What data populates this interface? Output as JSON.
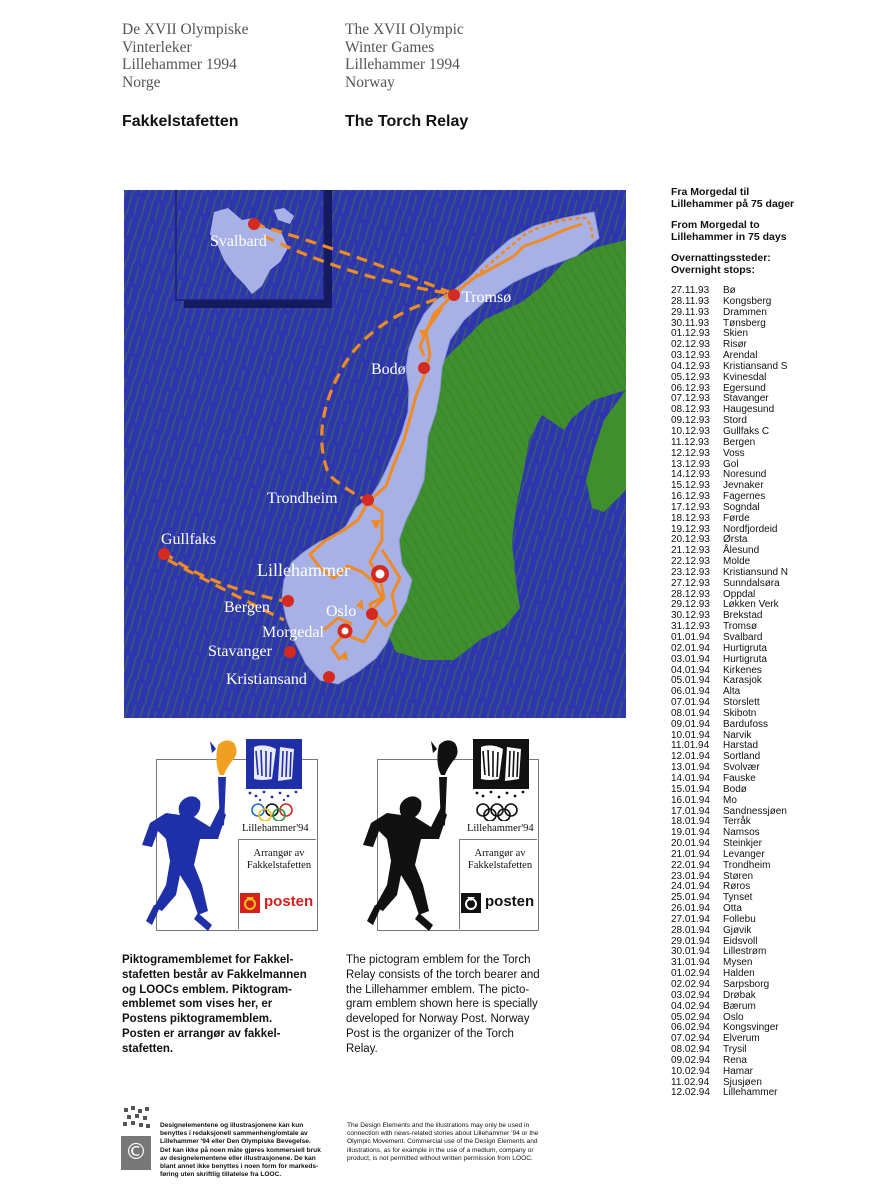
{
  "header": {
    "no_lines": [
      "De XVII Olympiske",
      "Vinterleker",
      "Lillehammer 1994",
      "Norge"
    ],
    "en_lines": [
      "The XVII Olympic",
      "Winter Games",
      "Lillehammer 1994",
      "Norway"
    ],
    "no_subtitle": "Fakkelstafetten",
    "en_subtitle": "The Torch Relay"
  },
  "map": {
    "colors": {
      "sea": "#2f35b0",
      "land": "#3f8f2e",
      "norway": "#a7b1e6",
      "route": "#f08a24",
      "city": "#d42a1f"
    },
    "cities": {
      "svalbard": "Svalbard",
      "tromso": "Tromsø",
      "bodo": "Bodø",
      "trondheim": "Trondheim",
      "gullfaks": "Gullfaks",
      "lillehammer": "Lillehammer",
      "bergen": "Bergen",
      "oslo": "Oslo",
      "morgedal": "Morgedal",
      "stavanger": "Stavanger",
      "kristiansand": "Kristiansand"
    }
  },
  "right_column": {
    "heading_no": "Fra Morgedal til Lillehammer på 75 dager",
    "heading_en": "From Morgedal to Lillehammer in 75 days",
    "stops_heading": "Overnattingssteder: Overnight stops:",
    "stops": [
      [
        "27.11.93",
        "Bø"
      ],
      [
        "28.11.93",
        "Kongsberg"
      ],
      [
        "29.11.93",
        "Drammen"
      ],
      [
        "30.11.93",
        "Tønsberg"
      ],
      [
        "01.12.93",
        "Skien"
      ],
      [
        "02.12.93",
        "Risør"
      ],
      [
        "03.12.93",
        "Arendal"
      ],
      [
        "04.12.93",
        "Kristiansand S"
      ],
      [
        "05.12.93",
        "Kvinesdal"
      ],
      [
        "06.12.93",
        "Egersund"
      ],
      [
        "07.12.93",
        "Stavanger"
      ],
      [
        "08.12.93",
        "Haugesund"
      ],
      [
        "09.12.93",
        "Stord"
      ],
      [
        "10.12.93",
        "Gullfaks C"
      ],
      [
        "11.12.93",
        "Bergen"
      ],
      [
        "12.12.93",
        "Voss"
      ],
      [
        "13.12.93",
        "Gol"
      ],
      [
        "14.12.93",
        "Noresund"
      ],
      [
        "15.12.93",
        "Jevnaker"
      ],
      [
        "16.12.93",
        "Fagernes"
      ],
      [
        "17.12.93",
        "Sogndal"
      ],
      [
        "18.12.93",
        "Førde"
      ],
      [
        "19.12.93",
        "Nordfjordeid"
      ],
      [
        "20.12.93",
        "Ørsta"
      ],
      [
        "21.12.93",
        "Ålesund"
      ],
      [
        "22.12.93",
        "Molde"
      ],
      [
        "23.12.93",
        "Kristiansund N"
      ],
      [
        "27.12.93",
        "Sunndalsøra"
      ],
      [
        "28.12.93",
        "Oppdal"
      ],
      [
        "29.12.93",
        "Løkken Verk"
      ],
      [
        "30.12.93",
        "Brekstad"
      ],
      [
        "31.12.93",
        "Tromsø"
      ],
      [
        "01.01.94",
        "Svalbard"
      ],
      [
        "02.01.94",
        "Hurtigruta"
      ],
      [
        "03.01.94",
        "Hurtigruta"
      ],
      [
        "04.01.94",
        "Kirkenes"
      ],
      [
        "05.01.94",
        "Karasjok"
      ],
      [
        "06.01.94",
        "Alta"
      ],
      [
        "07.01.94",
        "Storslett"
      ],
      [
        "08.01.94",
        "Skibotn"
      ],
      [
        "09.01.94",
        "Bardufoss"
      ],
      [
        "10.01.94",
        "Narvik"
      ],
      [
        "11.01.94",
        "Harstad"
      ],
      [
        "12.01.94",
        "Sortland"
      ],
      [
        "13.01.94",
        "Svolvær"
      ],
      [
        "14.01.94",
        "Fauske"
      ],
      [
        "15.01.94",
        "Bodø"
      ],
      [
        "16.01.94",
        "Mo"
      ],
      [
        "17.01.94",
        "Sandnessjøen"
      ],
      [
        "18.01.94",
        "Terråk"
      ],
      [
        "19.01.94",
        "Namsos"
      ],
      [
        "20.01.94",
        "Steinkjer"
      ],
      [
        "21.01.94",
        "Levanger"
      ],
      [
        "22.01.94",
        "Trondheim"
      ],
      [
        "23.01.94",
        "Støren"
      ],
      [
        "24.01.94",
        "Røros"
      ],
      [
        "25.01.94",
        "Tynset"
      ],
      [
        "26.01.94",
        "Otta"
      ],
      [
        "27.01.94",
        "Follebu"
      ],
      [
        "28.01.94",
        "Gjøvik"
      ],
      [
        "29.01.94",
        "Eidsvoll"
      ],
      [
        "30.01.94",
        "Lillestrøm"
      ],
      [
        "31.01.94",
        "Mysen"
      ],
      [
        "01.02.94",
        "Halden"
      ],
      [
        "02.02.94",
        "Sarpsborg"
      ],
      [
        "03.02.94",
        "Drøbak"
      ],
      [
        "04.02.94",
        "Bærum"
      ],
      [
        "05.02.94",
        "Oslo"
      ],
      [
        "06.02.94",
        "Kongsvinger"
      ],
      [
        "07.02.94",
        "Elverum"
      ],
      [
        "08.02.94",
        "Trysil"
      ],
      [
        "09.02.94",
        "Rena"
      ],
      [
        "10.02.94",
        "Hamar"
      ],
      [
        "11.02.94",
        "Sjusjøen"
      ],
      [
        "12.02.94",
        "Lillehammer"
      ]
    ]
  },
  "emblems": {
    "lillehammer_label": "Lillehammer'94",
    "organizer_line1": "Arrangør av",
    "organizer_line2": "Fakkelstafetten",
    "posten_word": "posten",
    "colors": {
      "blue": "#1f2fa8",
      "flame": "#f0a020",
      "posten_red": "#d6201c"
    }
  },
  "captions": {
    "no_lines": [
      "Piktogramemblemet for Fakkel-",
      "stafetten består av Fakkelmannen",
      "og LOOCs emblem. Piktogram-",
      "emblemet som vises her, er",
      "Postens piktogramemblem.",
      "Posten er arrangør av fakkel-",
      "stafetten."
    ],
    "en_lines": [
      "The pictogram emblem for the Torch",
      "Relay consists of the torch bearer and",
      "the Lillehammer emblem. The picto-",
      "gram emblem shown here is specially",
      "developed for Norway Post. Norway",
      "Post is the organizer of the Torch",
      "Relay."
    ]
  },
  "footer": {
    "copyright_symbol": "©",
    "no_lines": [
      "Designelementene og illustrasjonene kan kun",
      "benyttes i redaksjonell sammenheng/omtale av",
      "Lillehammer '94 eller Den Olympiske Bevegelse.",
      "Det kan ikke på noen måte gjøres kommersiell bruk",
      "av designelementene eller illustrasjonene. De kan",
      "blant annet ikke benyttes i noen form for markeds-",
      "føring uten skriftlig tillatelse fra LOOC."
    ],
    "en_lines": [
      "The Design Elements and the illustrations may only be used in",
      "connection with news-related stories about Lillehammer '94 or the",
      "Olympic Movement. Commercial use of the Design Elements and",
      "illustrations, as for example in the use of a medium, company or",
      "product, is not permitted without written permission from LOOC."
    ]
  }
}
